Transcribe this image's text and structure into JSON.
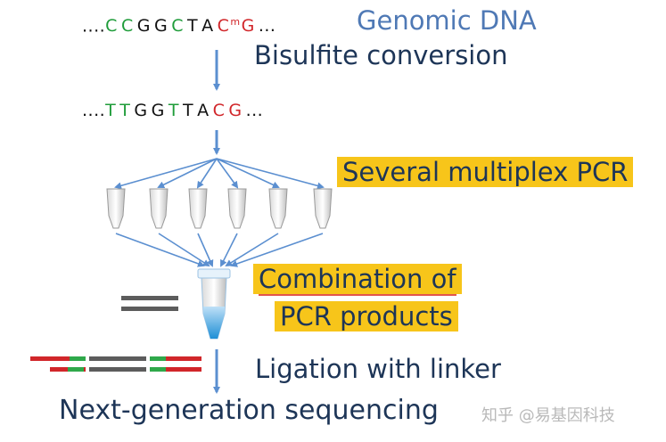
{
  "genomic_label": "Genomic DNA",
  "genomic_seq": {
    "prefix": "....",
    "bases": [
      {
        "t": "C",
        "c": "g"
      },
      {
        "t": "C",
        "c": "g"
      },
      {
        "t": "G",
        "c": "k"
      },
      {
        "t": "G",
        "c": "k"
      },
      {
        "t": "C",
        "c": "g"
      },
      {
        "t": "T",
        "c": "k"
      },
      {
        "t": "A",
        "c": "k"
      },
      {
        "t": "C",
        "c": "r",
        "sup": "m"
      },
      {
        "t": "G",
        "c": "r"
      }
    ],
    "suffix": "..."
  },
  "step1": "Bisulfite conversion",
  "converted_seq": {
    "prefix": "....",
    "bases": [
      {
        "t": "T",
        "c": "g"
      },
      {
        "t": "T",
        "c": "g"
      },
      {
        "t": "G",
        "c": "k"
      },
      {
        "t": "G",
        "c": "k"
      },
      {
        "t": "T",
        "c": "g"
      },
      {
        "t": "T",
        "c": "k"
      },
      {
        "t": "A",
        "c": "k"
      },
      {
        "t": "C",
        "c": "r"
      },
      {
        "t": "G",
        "c": "r"
      }
    ],
    "suffix": "..."
  },
  "step2": "Several multiplex PCR",
  "step3_line1": "Combination of",
  "step3_line2": "PCR products",
  "step4": "Ligation with linker",
  "step5": "Next-generation sequencing",
  "watermark": "知乎 @易基因科技",
  "colors": {
    "green_base": "#1f9c3a",
    "red_base": "#d1262a",
    "highlight": "#f7c51a",
    "arrow": "#5b8fd0",
    "label_text": "#1d3557"
  }
}
